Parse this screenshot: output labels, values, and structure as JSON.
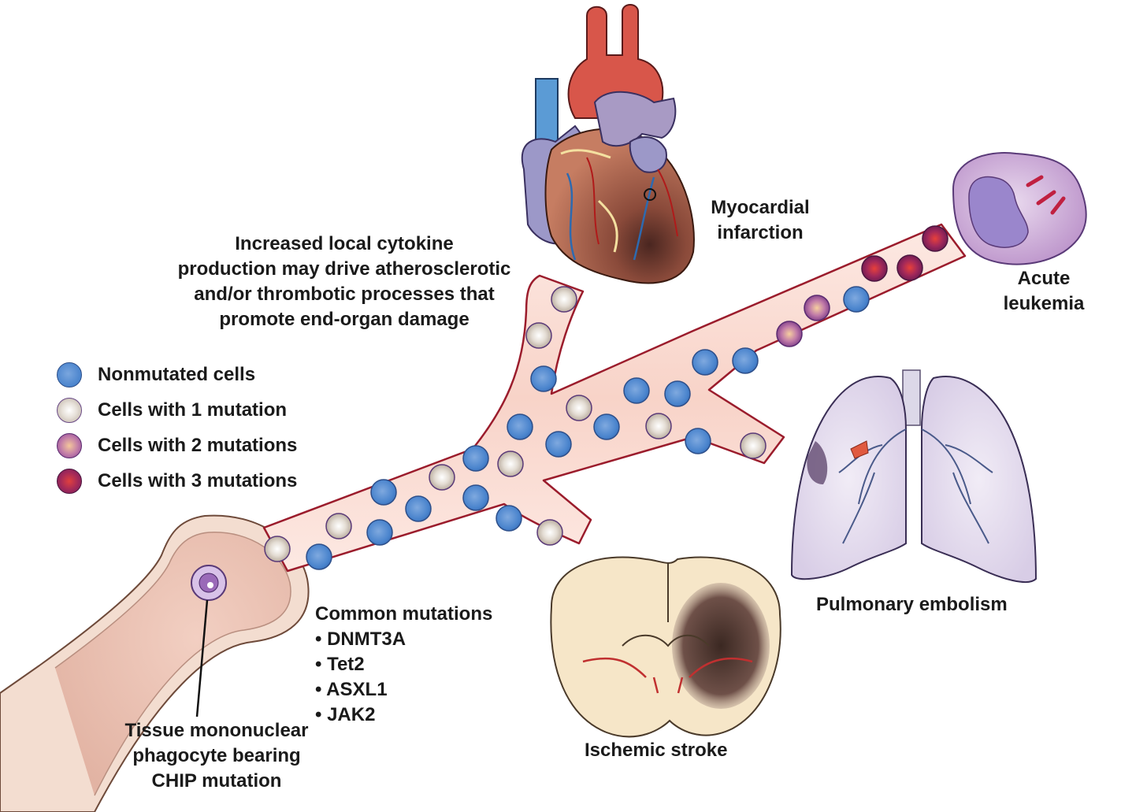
{
  "labels": {
    "cytokine": [
      "Increased local cytokine",
      "production may drive atherosclerotic",
      "and/or thrombotic processes that",
      "promote end-organ damage"
    ],
    "myocardial": [
      "Myocardial",
      "infarction"
    ],
    "leukemia": [
      "Acute",
      "leukemia"
    ],
    "pulmonary": "Pulmonary embolism",
    "stroke": "Ischemic stroke",
    "mutations_title": "Common mutations",
    "mutations": [
      "• DNMT3A",
      "• Tet2",
      "• ASXL1",
      "• JAK2"
    ],
    "phagocyte": [
      "Tissue mononuclear",
      "phagocyte bearing",
      "CHIP mutation"
    ]
  },
  "legend": [
    {
      "label": "Nonmutated cells",
      "type": "c0"
    },
    {
      "label": "Cells with 1 mutation",
      "type": "c1"
    },
    {
      "label": "Cells with 2 mutations",
      "type": "c2"
    },
    {
      "label": "Cells with 3 mutations",
      "type": "c3"
    }
  ],
  "colors": {
    "vessel_fill": "#fbe3dc",
    "vessel_stroke": "#9b1c2c",
    "nonmutated": "#4a84cd",
    "one_mutation": "#e6e0d8",
    "two_mutations": "#c07aa8",
    "three_mutations": "#a1285a"
  }
}
